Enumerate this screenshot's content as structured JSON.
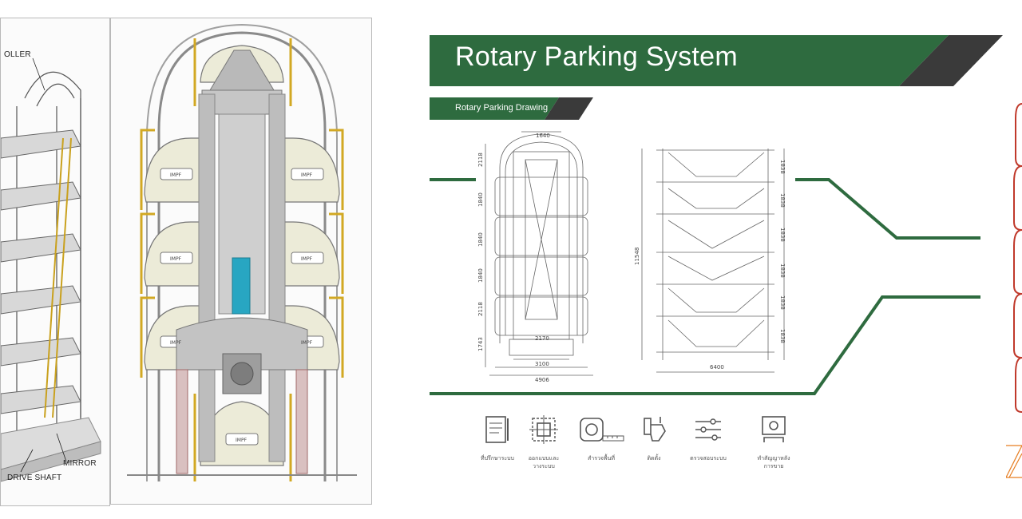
{
  "left_figure": {
    "labels": {
      "roller": "OLLER",
      "mirror": "MIRROR",
      "drive_shaft": "DRIVE SHAFT"
    }
  },
  "middle_figure": {
    "car_badge": "IMPF"
  },
  "main_banner": {
    "title": "Rotary Parking System",
    "color": "#2e6b3f",
    "accent": "#3a3a3a"
  },
  "sub_banner": {
    "title": "Rotary Parking Drawing"
  },
  "front_drawing": {
    "dims_top": [
      "1640"
    ],
    "dims_left": [
      "2118",
      "1840",
      "1840",
      "1840",
      "2118",
      "1743"
    ],
    "dims_bottom": [
      "2170",
      "3100",
      "4906"
    ]
  },
  "side_drawing": {
    "dims_left": [
      "11548"
    ],
    "dims_right": [
      "1838",
      "1838",
      "1838",
      "1838",
      "1838",
      "1838"
    ],
    "dims_bottom": [
      "6400"
    ]
  },
  "process_icons": [
    {
      "icon": "document-icon",
      "caption": "ที่ปรึกษาระบบ"
    },
    {
      "icon": "blueprint-icon",
      "caption": "ออกแบบและ\nวางระบบ"
    },
    {
      "icon": "measure-tape-icon",
      "caption": "สำรวจพื้นที่"
    },
    {
      "icon": "install-tools-icon",
      "caption": "ติดตั้ง"
    },
    {
      "icon": "sliders-icon",
      "caption": "ตรวจสอบระบบ"
    },
    {
      "icon": "service-icon",
      "caption": "ทำสัญญาหลัง\nการขาย"
    }
  ]
}
